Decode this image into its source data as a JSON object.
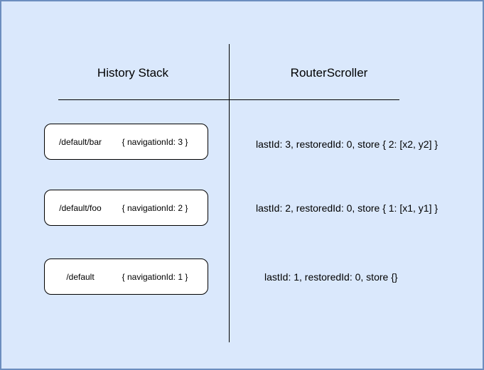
{
  "canvas": {
    "background_color": "#dae8fc",
    "border_color": "#6c8ebf",
    "line_color": "#000000"
  },
  "columns": {
    "left_header": "History Stack",
    "right_header": "RouterScroller"
  },
  "history_stack": [
    {
      "path": "/default/bar",
      "state": "{ navigationId: 3 }"
    },
    {
      "path": "/default/foo",
      "state": "{ navigationId: 2 }"
    },
    {
      "path": "/default",
      "state": "{ navigationId: 1 }"
    }
  ],
  "router_scroller": [
    {
      "text": "lastId: 3, restoredId: 0, store { 2: [x2, y2] }"
    },
    {
      "text": "lastId: 2, restoredId: 0, store { 1: [x1, y1] }"
    },
    {
      "text": "lastId: 1, restoredId: 0, store {}"
    }
  ]
}
